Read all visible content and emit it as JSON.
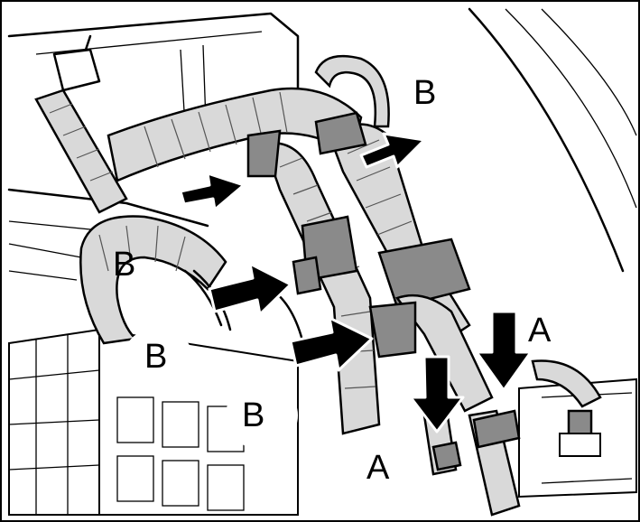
{
  "callouts": {
    "b_top_right": "B",
    "b_left": "B",
    "b_mid_left": "B",
    "b_bottom": "B",
    "a_right": "A",
    "a_bottom": "A"
  }
}
